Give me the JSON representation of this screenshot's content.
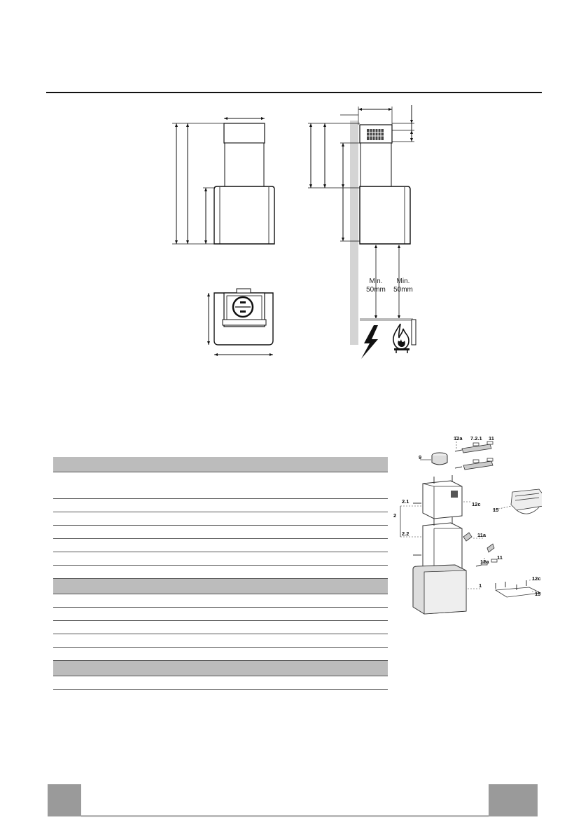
{
  "diagram": {
    "clearance": [
      {
        "label": "Min.",
        "value": "50mm"
      },
      {
        "label": "Min.",
        "value": "50mm"
      }
    ],
    "parts": {
      "p9": "9",
      "p12a_top": "12a",
      "p721": "7.2.1",
      "p11_top": "11",
      "p21": "2.1",
      "p2": "2",
      "p22": "2.2",
      "p12c": "12c",
      "p15": "15",
      "p11a": "11a",
      "p12a_low": "12a",
      "p11_low": "11",
      "p1": "1",
      "p12c_low": "12c",
      "p15_low": "15"
    }
  },
  "table": {
    "sections": [
      {
        "rows": 8
      },
      {
        "rows": 5
      },
      {
        "rows": 2
      }
    ]
  },
  "colors": {
    "table_header": "#bcbcbc",
    "footer_tab": "#9a9a9a",
    "wall": "#d4d4d4"
  }
}
